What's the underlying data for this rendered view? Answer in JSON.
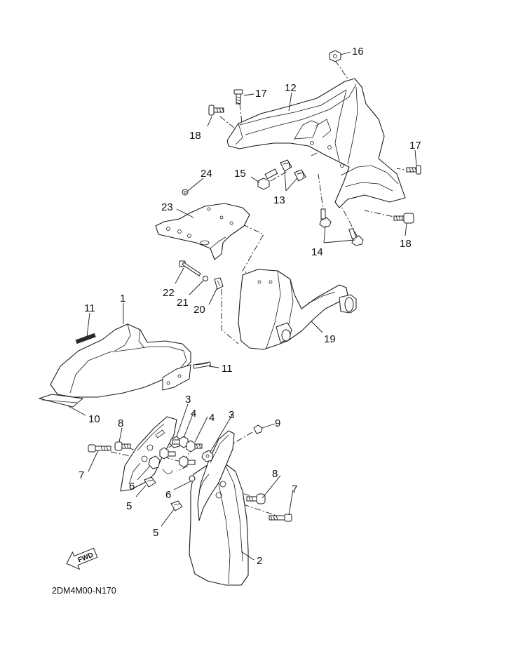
{
  "callouts": {
    "c1": "1",
    "c2": "2",
    "c3a": "3",
    "c3b": "3",
    "c4a": "4",
    "c4b": "4",
    "c5a": "5",
    "c5b": "5",
    "c6a": "6",
    "c6b": "6",
    "c7a": "7",
    "c7b": "7",
    "c8a": "8",
    "c8b": "8",
    "c9": "9",
    "c10": "10",
    "c11a": "11",
    "c11b": "11",
    "c12": "12",
    "c13": "13",
    "c14": "14",
    "c15": "15",
    "c16": "16",
    "c17a": "17",
    "c17b": "17",
    "c18a": "18",
    "c18b": "18",
    "c19": "19",
    "c20": "20",
    "c21": "21",
    "c22": "22",
    "c23": "23",
    "c24": "24"
  },
  "fwd_label": "FWD",
  "diagram_code": "2DM4M00-N170"
}
